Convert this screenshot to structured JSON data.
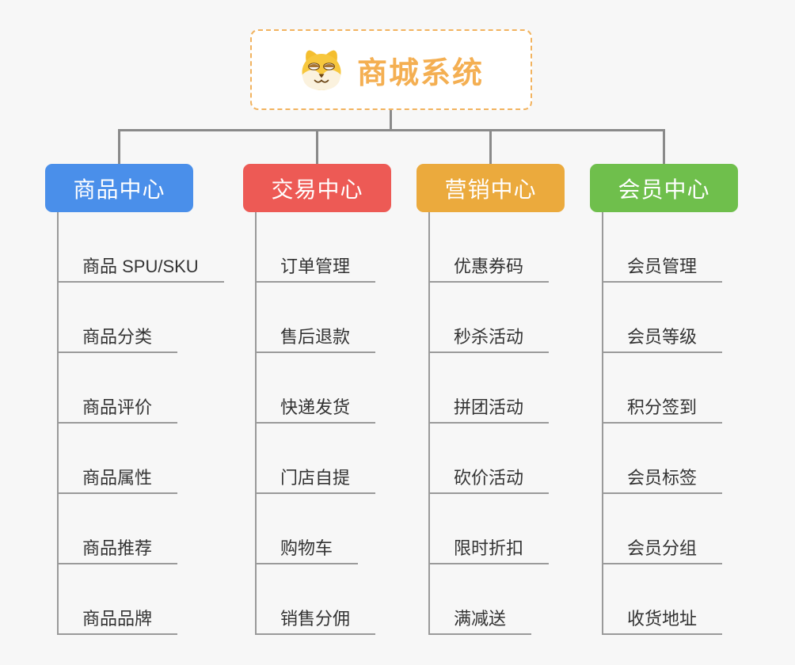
{
  "root": {
    "title": "商城系统",
    "icon": "shiba-dog-icon"
  },
  "branches": [
    {
      "label": "商品中心",
      "color": "#4a8fea",
      "children": [
        "商品 SPU/SKU",
        "商品分类",
        "商品评价",
        "商品属性",
        "商品推荐",
        "商品品牌"
      ]
    },
    {
      "label": "交易中心",
      "color": "#ed5a55",
      "children": [
        "订单管理",
        "售后退款",
        "快递发货",
        "门店自提",
        "购物车",
        "销售分佣"
      ]
    },
    {
      "label": "营销中心",
      "color": "#ebaa3d",
      "children": [
        "优惠券码",
        "秒杀活动",
        "拼团活动",
        "砍价活动",
        "限时折扣",
        "满减送"
      ]
    },
    {
      "label": "会员中心",
      "color": "#6fbf4c",
      "children": [
        "会员管理",
        "会员等级",
        "积分签到",
        "会员标签",
        "会员分组",
        "收货地址"
      ]
    }
  ],
  "colors": {
    "background": "#f7f7f7",
    "connector": "#8a8a8a",
    "leaf_line": "#9a9a9a",
    "leaf_text": "#333333",
    "root_text": "#f4af52",
    "root_border": "#f2b35f"
  }
}
